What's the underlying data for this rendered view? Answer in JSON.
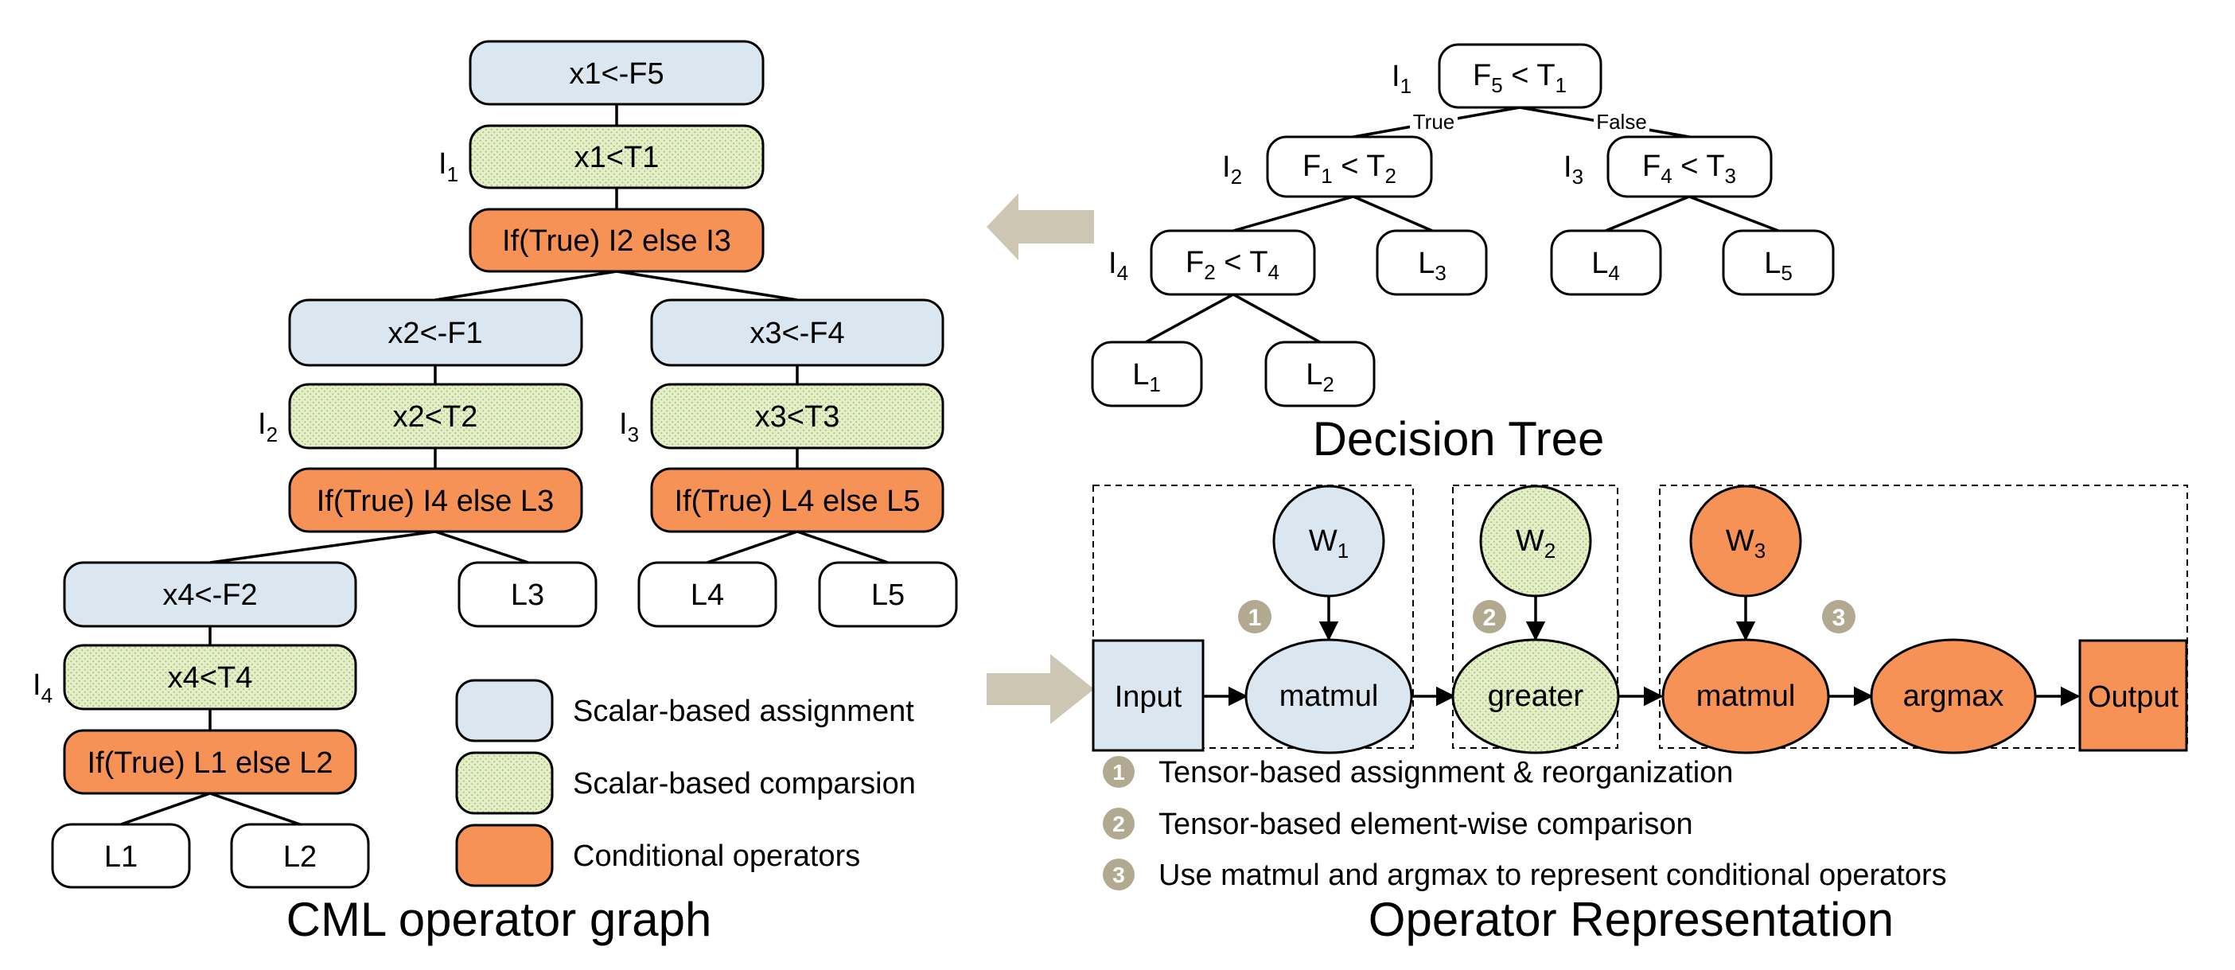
{
  "colors": {
    "assignment": "#dae7f0",
    "comparison": "#e4efc8",
    "conditional": "#f79256",
    "step_badge": "#b2aa90",
    "arrow": "#cdc6b2"
  },
  "cml_graph": {
    "caption": "CML operator graph",
    "nodes": {
      "n_x1_assign": "x1<-F5",
      "n_x1_cmp": "x1<T1",
      "n_if_root": "If(True) I2 else I3",
      "n_x2_assign": "x2<-F1",
      "n_x2_cmp": "x2<T2",
      "n_if_i2": "If(True) I4 else L3",
      "n_x3_assign": "x3<-F4",
      "n_x3_cmp": "x3<T3",
      "n_if_i3": "If(True) L4 else L5",
      "n_x4_assign": "x4<-F2",
      "n_x4_cmp": "x4<T4",
      "n_if_i4": "If(True) L1 else L2",
      "leaf_l1": "L1",
      "leaf_l2": "L2",
      "leaf_l3": "L3",
      "leaf_l4": "L4",
      "leaf_l5": "L5"
    },
    "markers": {
      "i1": "I",
      "i1_sub": "1",
      "i2": "I",
      "i2_sub": "2",
      "i3": "I",
      "i3_sub": "3",
      "i4": "I",
      "i4_sub": "4"
    },
    "legend": {
      "assignment": "Scalar-based assignment",
      "comparison": "Scalar-based comparsion",
      "conditional": "Conditional operators"
    }
  },
  "decision_tree": {
    "caption": "Decision Tree",
    "edge_true": "True",
    "edge_false": "False",
    "root": {
      "f": "F",
      "f_sub": "5",
      "op": " < ",
      "t": "T",
      "t_sub": "1",
      "marker": "I",
      "marker_sub": "1"
    },
    "left": {
      "f": "F",
      "f_sub": "1",
      "op": " < ",
      "t": "T",
      "t_sub": "2",
      "marker": "I",
      "marker_sub": "2"
    },
    "right": {
      "f": "F",
      "f_sub": "4",
      "op": " < ",
      "t": "T",
      "t_sub": "3",
      "marker": "I",
      "marker_sub": "3"
    },
    "deep": {
      "f": "F",
      "f_sub": "2",
      "op": " <  ",
      "t": "T",
      "t_sub": "4",
      "marker": "I",
      "marker_sub": "4"
    },
    "leaves": {
      "l1": {
        "t": "L",
        "s": "1"
      },
      "l2": {
        "t": "L",
        "s": "2"
      },
      "l3": {
        "t": "L",
        "s": "3"
      },
      "l4": {
        "t": "L",
        "s": "4"
      },
      "l5": {
        "t": "L",
        "s": "5"
      }
    }
  },
  "operator_repr": {
    "caption": "Operator Representation",
    "input": "Input",
    "output": "Output",
    "w1": {
      "t": "W",
      "s": "1"
    },
    "w2": {
      "t": "W",
      "s": "2"
    },
    "w3": {
      "t": "W",
      "s": "3"
    },
    "matmul1": "matmul",
    "greater": "greater",
    "matmul2": "matmul",
    "argmax": "argmax",
    "steps": [
      {
        "num": "1",
        "text": "Tensor-based assignment & reorganization"
      },
      {
        "num": "2",
        "text": "Tensor-based element-wise comparison"
      },
      {
        "num": "3",
        "text": "Use matmul and argmax to represent conditional operators"
      }
    ]
  }
}
